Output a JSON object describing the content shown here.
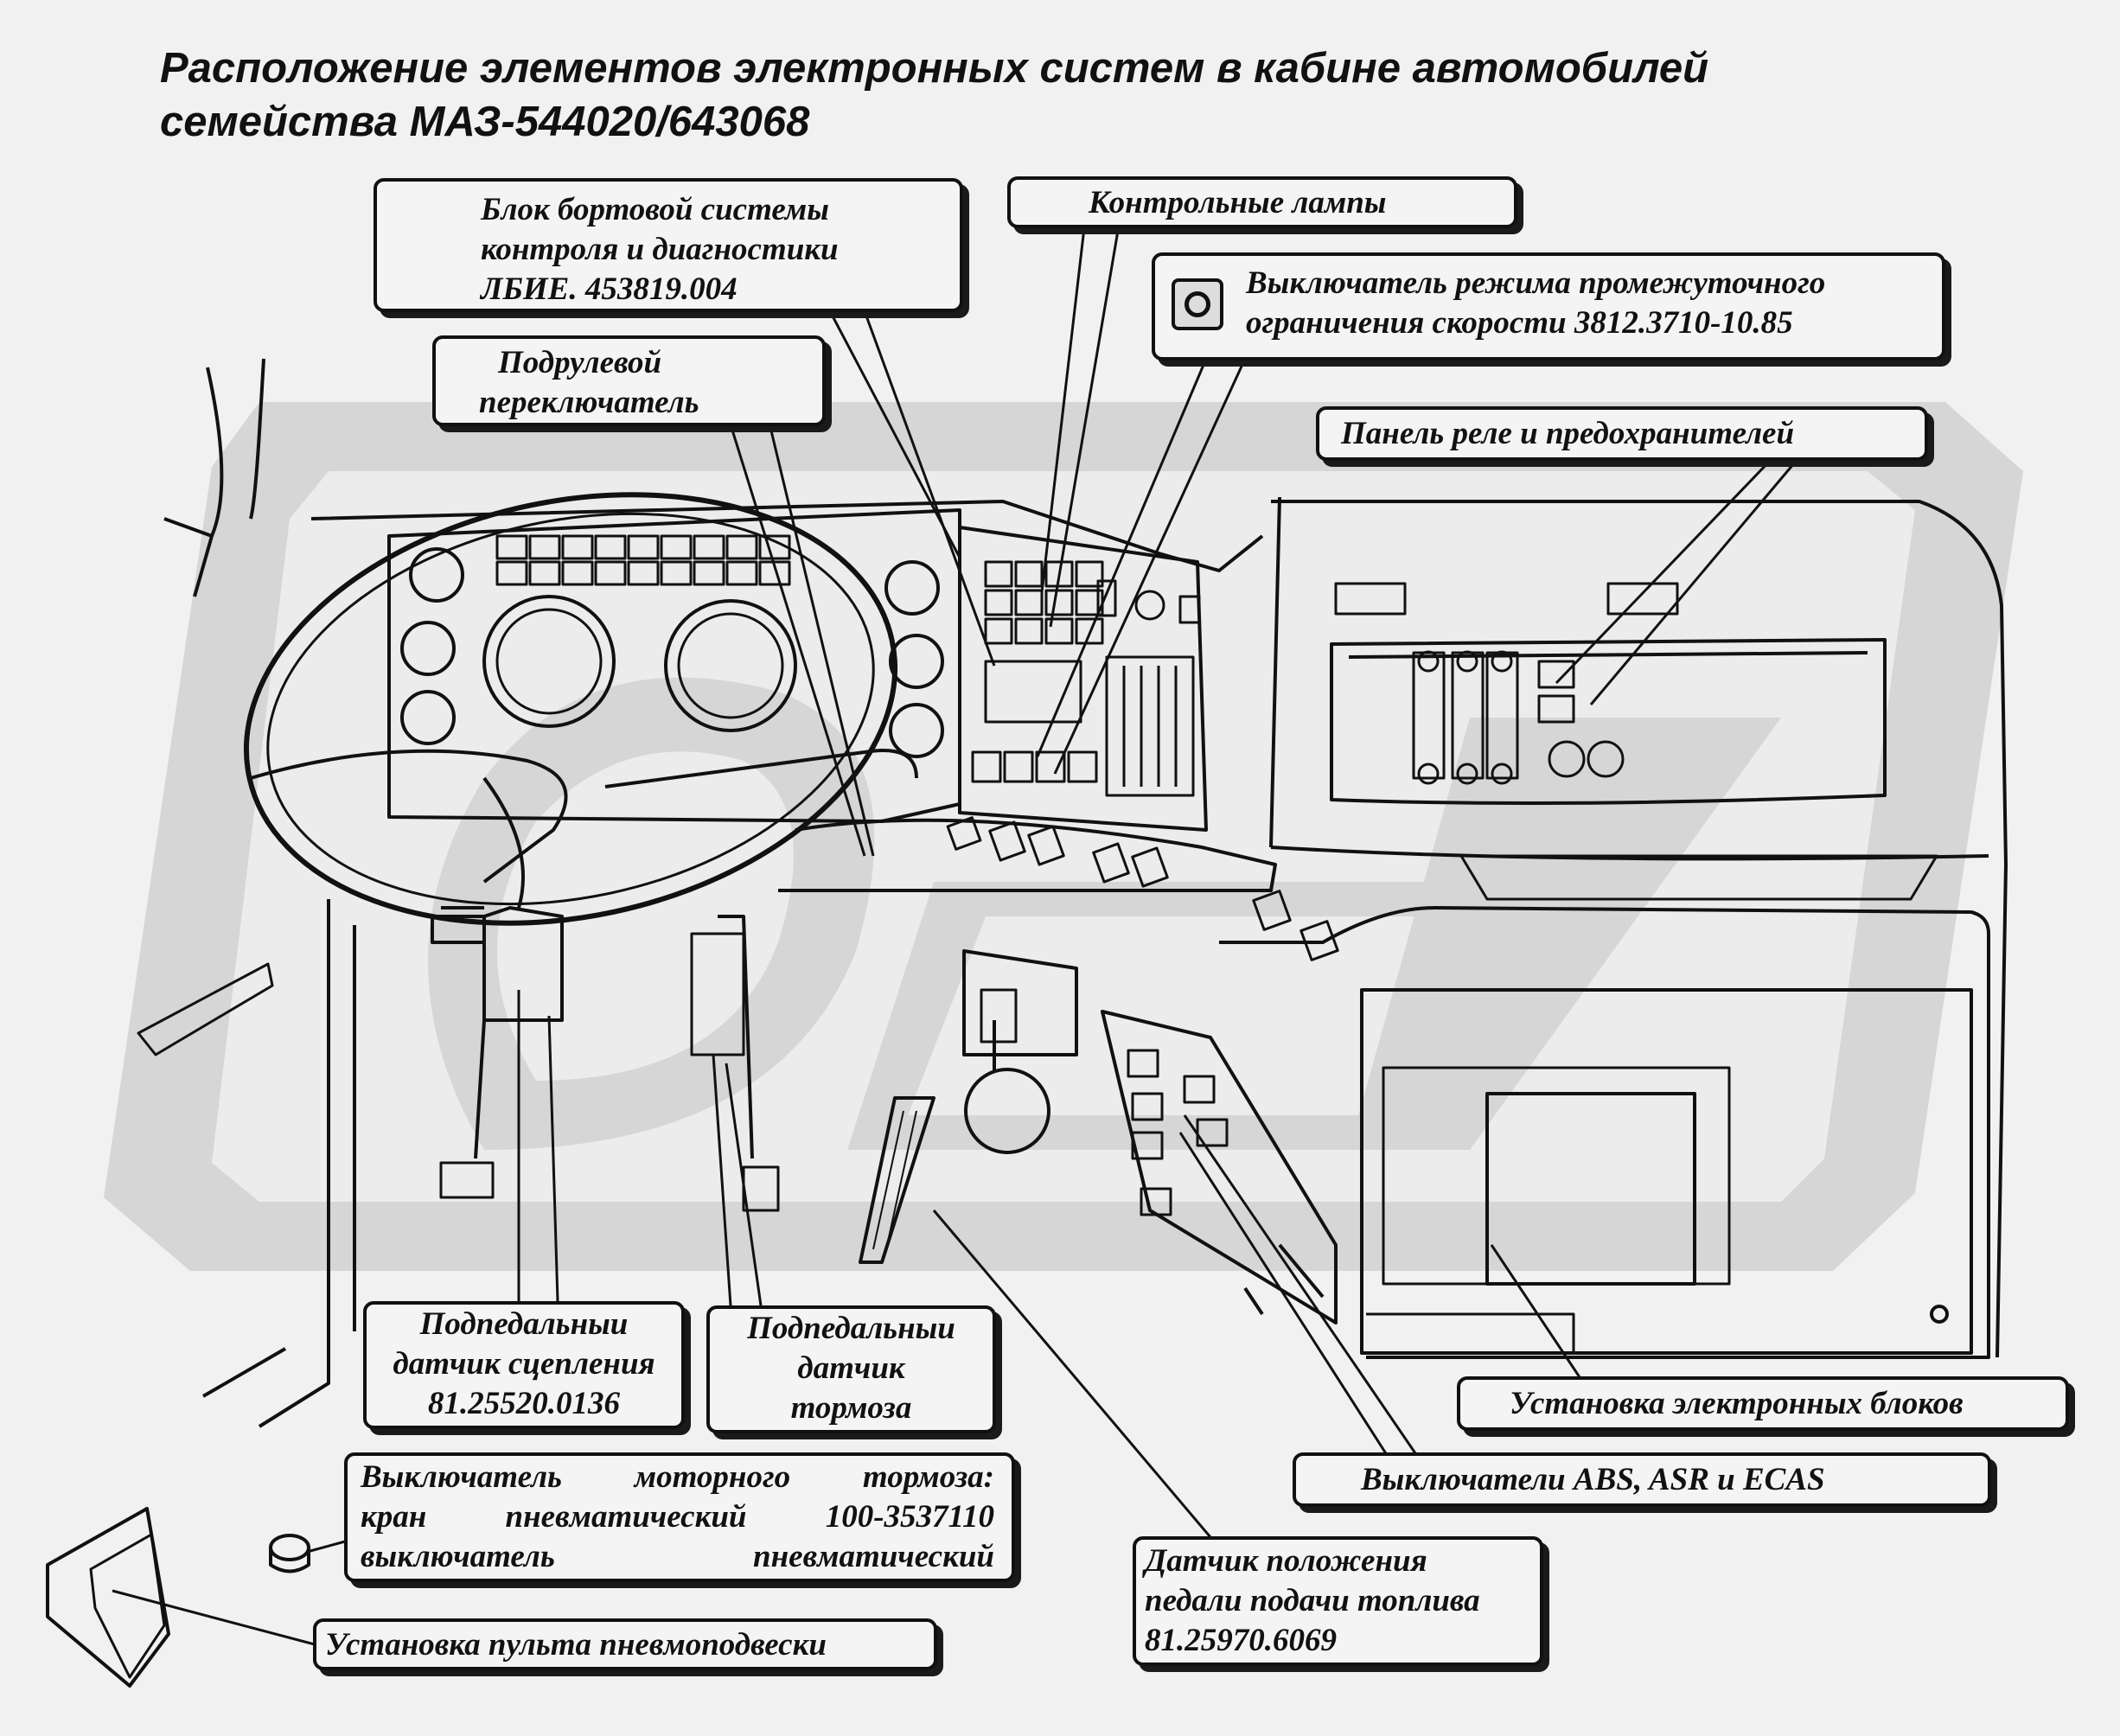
{
  "title": {
    "line1": "Расположение элементов электронных систем в кабине автомобилей",
    "line2": "семейства МАЗ-544020/643068"
  },
  "labels": {
    "board_control_unit": [
      "Блок бортовой системы",
      "контроля и диагностики",
      "ЛБИЕ. 453819.004"
    ],
    "steering_switch": [
      "Подрулевой",
      "переключатель"
    ],
    "control_lamps": [
      "Контрольные лампы"
    ],
    "speed_limit_switch": [
      "Выключатель режима промежуточного",
      "ограничения скорости 3812.3710-10.85"
    ],
    "relay_panel": [
      "Панель реле и предохранителей"
    ],
    "clutch_sensor": [
      "Подпедальныи",
      "датчик сцепления",
      "81.25520.0136"
    ],
    "brake_sensor": [
      "Подпедальныи",
      "датчик",
      "тормоза"
    ],
    "engine_brake_switch": [
      "Выключатель моторного тормоза:",
      "кран пневматический 100-3537110",
      "выключатель пневматический"
    ],
    "air_suspension_console": [
      "Установка пульта пневмоподвески"
    ],
    "electronic_units": [
      "Установка электронных блоков"
    ],
    "abs_switches": [
      "Выключатели ABS, ASR и ECAS"
    ],
    "throttle_sensor": [
      "Датчик положения",
      "педали подачи топлива",
      "81.25970.6069"
    ]
  },
  "icons": {
    "speed_limit_switch": "rotary-switch-icon"
  },
  "colors": {
    "background": "#f1f1f1",
    "line": "#111111",
    "watermark": "#d6d6d6"
  }
}
